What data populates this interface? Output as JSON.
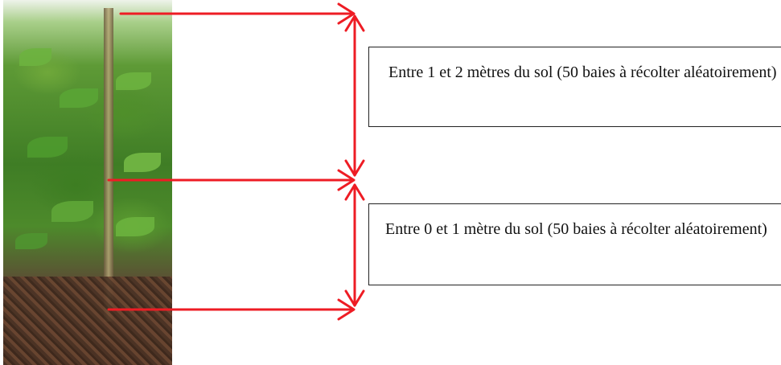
{
  "labels": {
    "upper_zone": "Entre 1 et 2 mètres du sol (50 baies à récolter aléatoirement)",
    "lower_zone": "Entre 0 et 1 mètre du sol (50 baies à récolter aléatoirement)"
  },
  "colors": {
    "arrow": "#ee1c24",
    "box_border": "#222222"
  },
  "icons": {
    "photo": "coffee-plant-photo"
  }
}
